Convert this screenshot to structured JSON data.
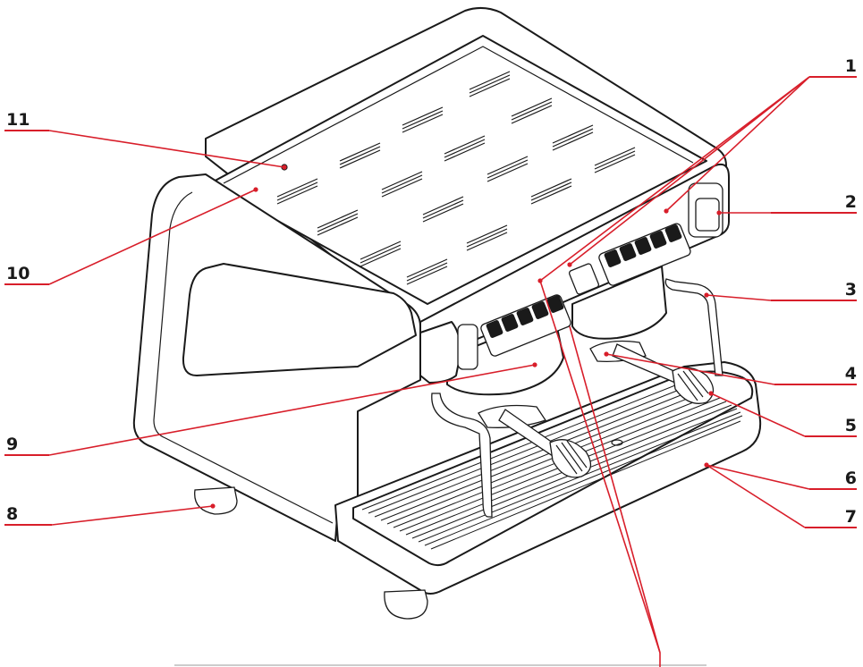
{
  "callouts": [
    {
      "id": "1",
      "label": "1"
    },
    {
      "id": "2",
      "label": "2"
    },
    {
      "id": "3",
      "label": "3"
    },
    {
      "id": "4",
      "label": "4"
    },
    {
      "id": "5",
      "label": "5"
    },
    {
      "id": "6",
      "label": "6"
    },
    {
      "id": "7",
      "label": "7"
    },
    {
      "id": "8",
      "label": "8"
    },
    {
      "id": "9",
      "label": "9"
    },
    {
      "id": "10",
      "label": "10"
    },
    {
      "id": "11",
      "label": "11"
    }
  ],
  "colors": {
    "leader": "#d81e2a",
    "outline": "#1a1a1a",
    "background": "#ffffff"
  }
}
